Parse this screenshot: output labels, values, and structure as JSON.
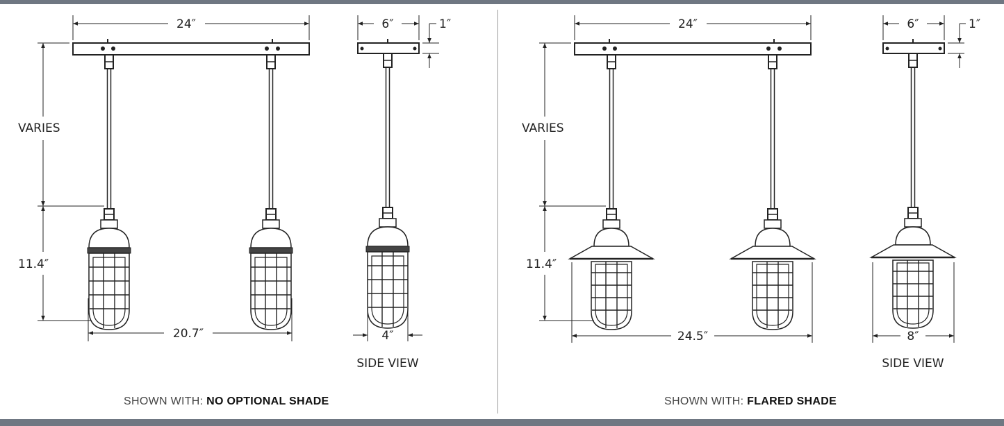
{
  "panels": [
    {
      "id": "no-shade",
      "dims": {
        "canopy_width": "24″",
        "side_width": "6″",
        "side_thickness": "1″",
        "stem_length": "VARIES",
        "fixture_height": "11.4″",
        "spread": "20.7″",
        "side_fixture_width": "4″"
      },
      "side_view_label": "SIDE VIEW",
      "caption_label": "SHOWN WITH:",
      "caption_value": "NO OPTIONAL SHADE"
    },
    {
      "id": "flared-shade",
      "dims": {
        "canopy_width": "24″",
        "side_width": "6″",
        "side_thickness": "1″",
        "stem_length": "VARIES",
        "fixture_height": "11.4″",
        "spread": "24.5″",
        "side_fixture_width": "8″"
      },
      "side_view_label": "SIDE VIEW",
      "caption_label": "SHOWN WITH:",
      "caption_value": "FLARED SHADE"
    }
  ]
}
